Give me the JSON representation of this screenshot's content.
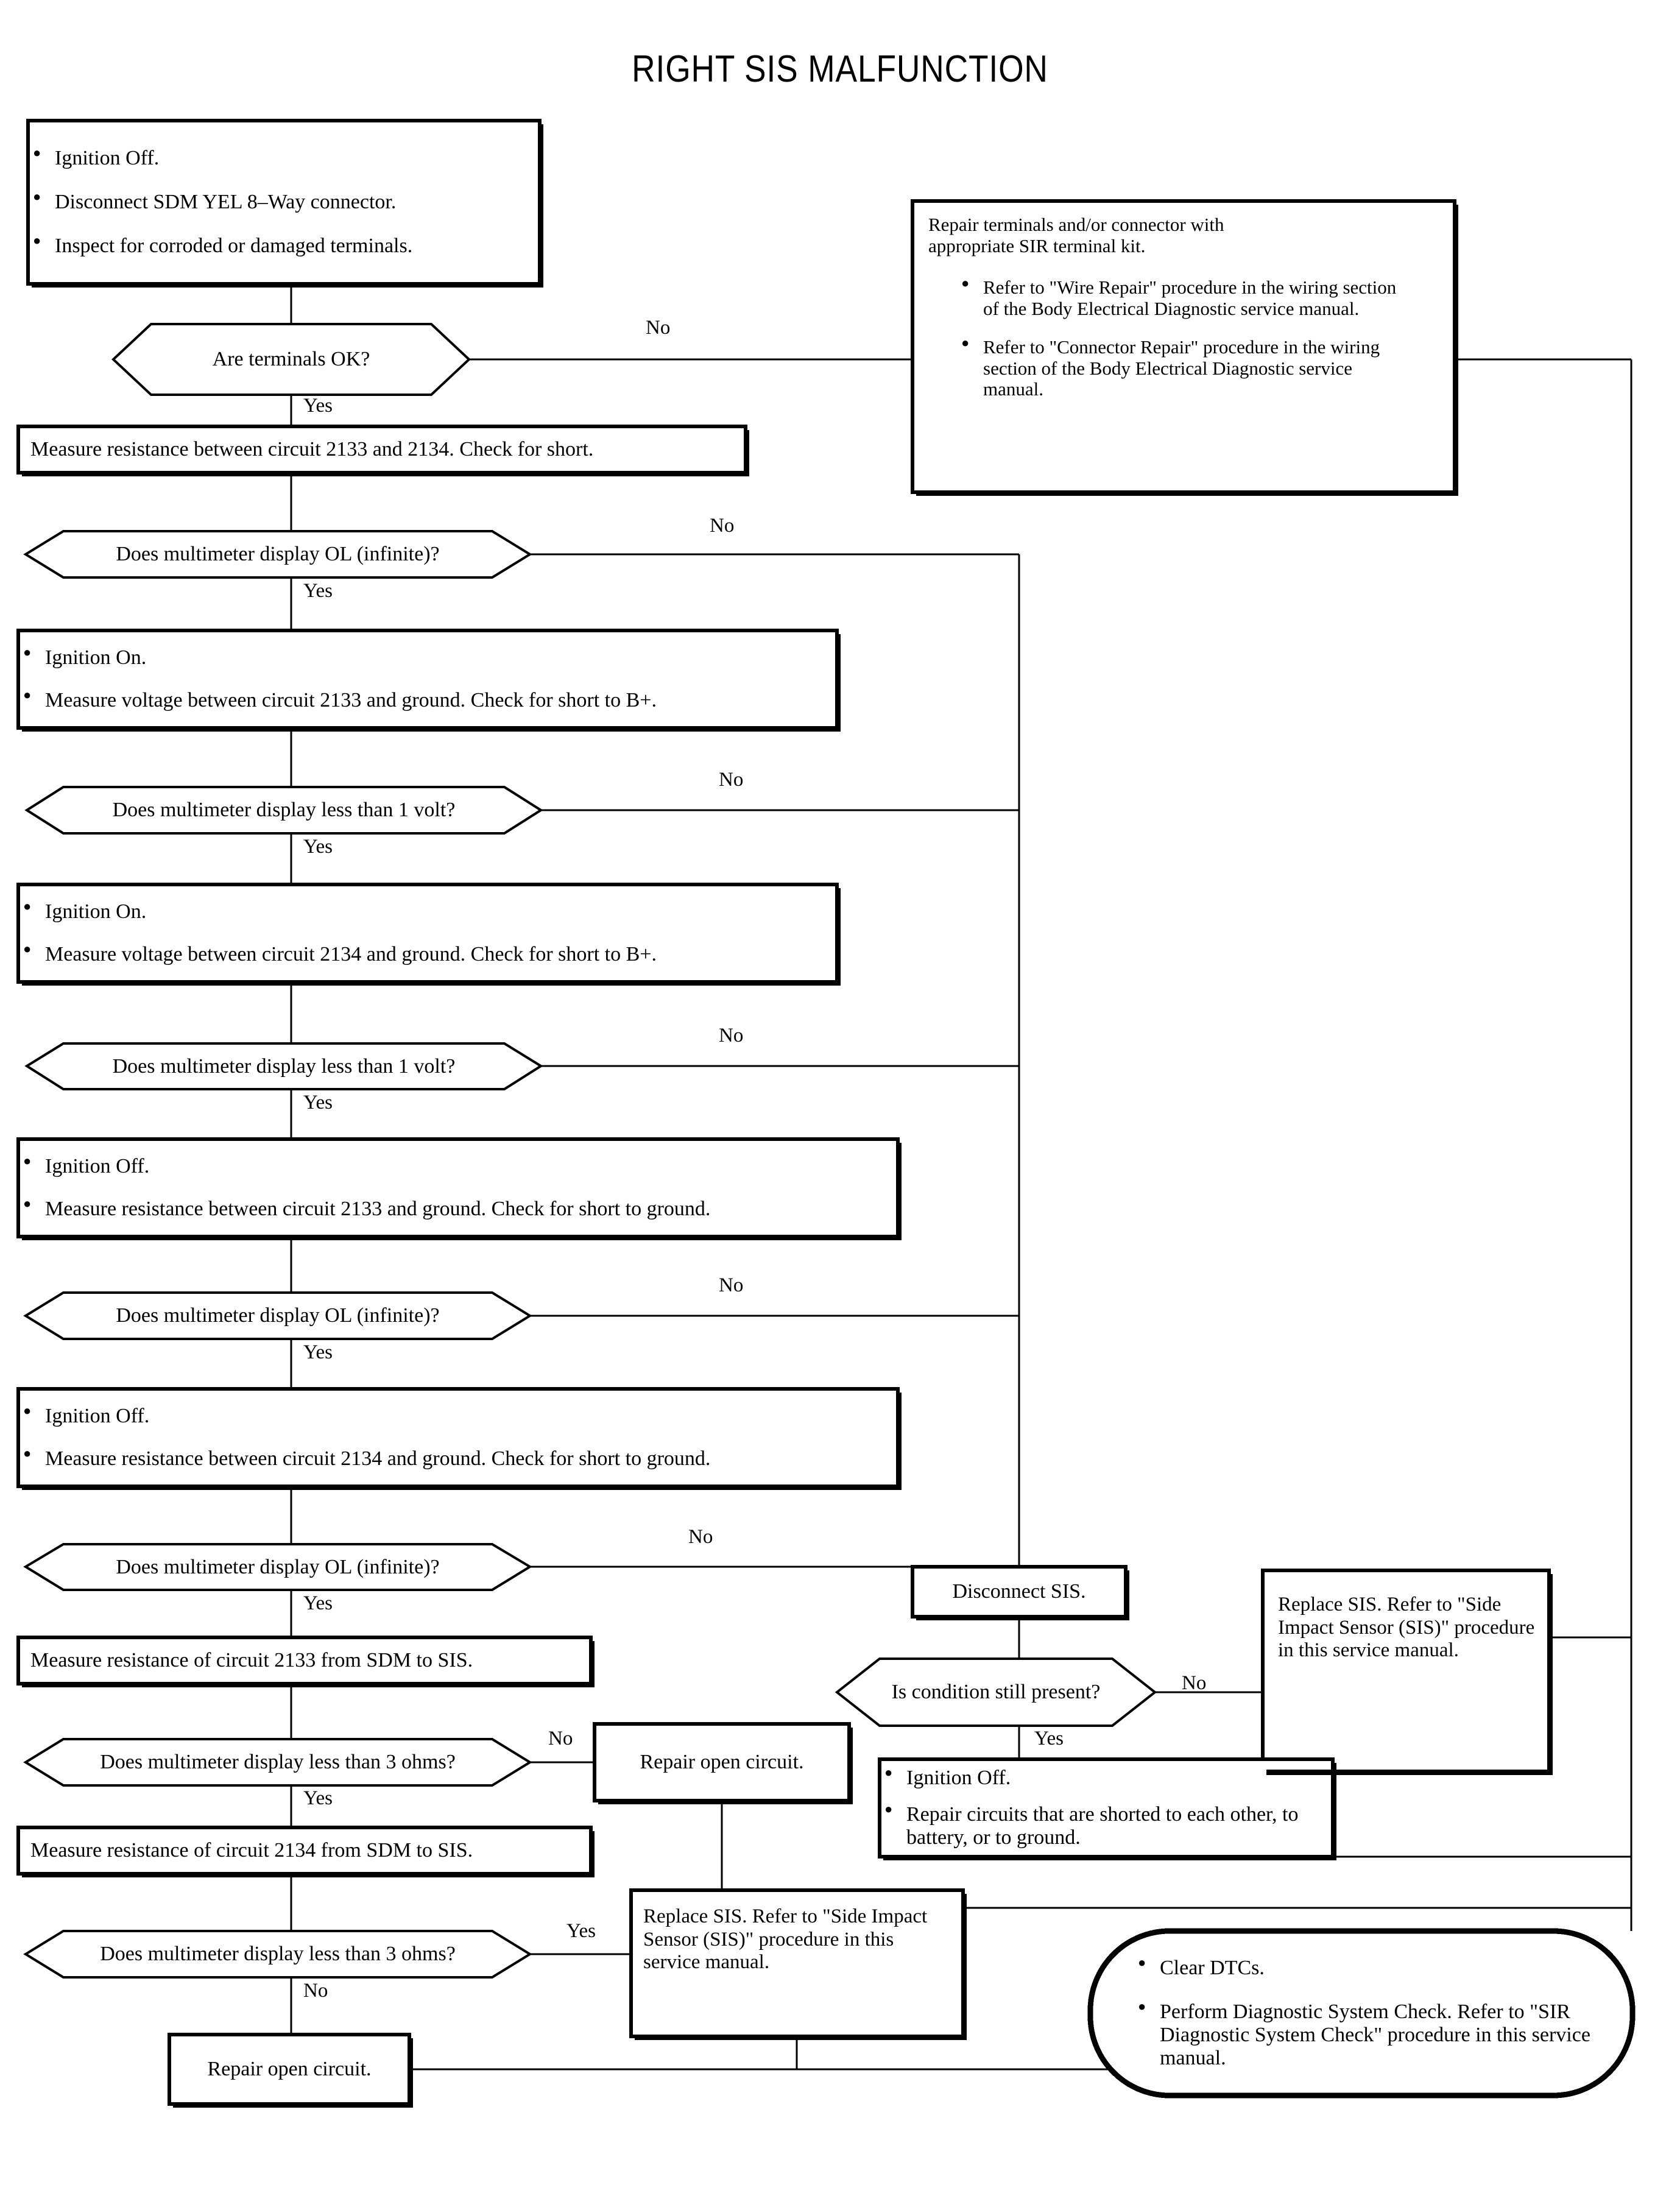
{
  "title": "RIGHT SIS MALFUNCTION",
  "nodes": {
    "start": {
      "type": "process",
      "bullets": [
        "Ignition Off.",
        "Disconnect SDM YEL 8–Way connector.",
        "Inspect for corroded or damaged terminals."
      ]
    },
    "d_terminals": {
      "type": "decision",
      "text": "Are terminals OK?"
    },
    "repair_terminals": {
      "type": "process",
      "lead": "Repair terminals and/or connector with appropriate SIR terminal kit.",
      "bullets": [
        "Refer to \"Wire Repair\" procedure in the wiring section of the Body Electrical Diagnostic service manual.",
        "Refer to \"Connector Repair\" procedure in the wiring section of the Body Electrical Diagnostic service manual."
      ]
    },
    "p_res_2133_2134": {
      "type": "process",
      "text": "Measure resistance between circuit 2133 and 2134. Check for short."
    },
    "d_ol_1": {
      "type": "decision",
      "text": "Does multimeter display OL (infinite)?"
    },
    "p_volt_2133": {
      "type": "process",
      "bullets": [
        "Ignition On.",
        "Measure voltage between circuit 2133 and ground. Check for short to B+."
      ]
    },
    "d_volt_1": {
      "type": "decision",
      "text": "Does multimeter display less than 1 volt?"
    },
    "p_volt_2134": {
      "type": "process",
      "bullets": [
        "Ignition On.",
        "Measure voltage between circuit 2134 and ground. Check for short to B+."
      ]
    },
    "d_volt_2": {
      "type": "decision",
      "text": "Does multimeter display less than 1 volt?"
    },
    "p_gnd_2133": {
      "type": "process",
      "bullets": [
        "Ignition Off.",
        "Measure resistance between circuit 2133 and ground. Check for short to ground."
      ]
    },
    "d_ol_2": {
      "type": "decision",
      "text": "Does multimeter display OL (infinite)?"
    },
    "p_gnd_2134": {
      "type": "process",
      "bullets": [
        "Ignition Off.",
        "Measure resistance between circuit 2134 and ground. Check for short to ground."
      ]
    },
    "d_ol_3": {
      "type": "decision",
      "text": "Does multimeter display OL (infinite)?"
    },
    "p_res_2133_sdm": {
      "type": "process",
      "text": "Measure resistance of circuit 2133 from SDM to SIS."
    },
    "d_ohm_1": {
      "type": "decision",
      "text": "Does multimeter display less than 3 ohms?"
    },
    "p_repair_open_1": {
      "type": "process",
      "text": "Repair open circuit."
    },
    "p_res_2134_sdm": {
      "type": "process",
      "text": "Measure resistance of circuit 2134 from SDM to SIS."
    },
    "d_ohm_2": {
      "type": "decision",
      "text": "Does multimeter display less than 3 ohms?"
    },
    "p_repair_open_2": {
      "type": "process",
      "text": "Repair open circuit."
    },
    "p_disconnect_sis": {
      "type": "process",
      "text": "Disconnect SIS."
    },
    "d_condition": {
      "type": "decision",
      "text": "Is condition still present?"
    },
    "p_replace_sis_right": {
      "type": "process",
      "text": "Replace SIS.  Refer to \"Side Impact Sensor (SIS)\" procedure in this service manual."
    },
    "p_repair_shorts": {
      "type": "process",
      "bullets": [
        "Ignition Off.",
        "Repair circuits that are shorted to each other, to battery, or to ground."
      ]
    },
    "p_replace_sis_bottom": {
      "type": "process",
      "text": "Replace SIS.  Refer to \"Side Impact Sensor (SIS)\" procedure in this service manual."
    },
    "p_finish": {
      "type": "terminator",
      "bullets": [
        "Clear DTCs.",
        "Perform Diagnostic System Check. Refer to \"SIR Diagnostic System Check\" procedure in this service manual."
      ]
    }
  },
  "edge_labels": {
    "no_terminals": "No",
    "yes_terminals": "Yes",
    "no_ol_1": "No",
    "yes_ol_1": "Yes",
    "no_volt_1": "No",
    "yes_volt_1": "Yes",
    "no_volt_2": "No",
    "yes_volt_2": "Yes",
    "no_ol_2": "No",
    "yes_ol_2": "Yes",
    "no_ol_3": "No",
    "yes_ol_3": "Yes",
    "no_ohm_1": "No",
    "yes_ohm_1": "Yes",
    "yes_ohm_2": "Yes",
    "no_ohm_2": "No",
    "no_condition": "No",
    "yes_condition": "Yes"
  },
  "colors": {
    "stroke": "#000000",
    "background": "#ffffff"
  }
}
